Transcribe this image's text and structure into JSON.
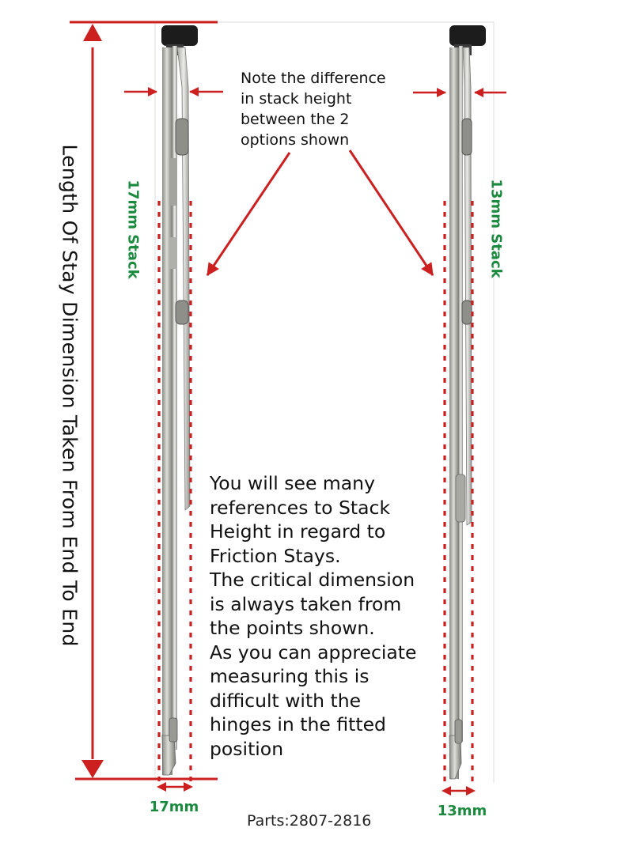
{
  "note": {
    "lines": [
      "Note the difference",
      "in stack height",
      "between the 2",
      "options shown"
    ]
  },
  "explanation": {
    "lines": [
      "You will see many",
      "references to Stack",
      "Height in regard to",
      "Friction Stays.",
      "The critical dimension",
      "is always taken from",
      "the points shown.",
      "As you can appreciate",
      "measuring this is",
      "difficult with the",
      "hinges in the fitted",
      "position"
    ]
  },
  "length_label": "Length Of Stay Dimension Taken From End To End",
  "left_stay": {
    "stack_label": "17mm Stack",
    "width_label": "17mm"
  },
  "right_stay": {
    "stack_label": "13mm Stack",
    "width_label": "13mm"
  },
  "parts_label": "Parts:2807-2816",
  "colors": {
    "dimension_red": "#cc1f1f",
    "stack_green": "#1b8a3e",
    "metal_light": "#c9c9c4",
    "metal_dark": "#6d6d68",
    "cap_black": "#1c1c1c"
  }
}
